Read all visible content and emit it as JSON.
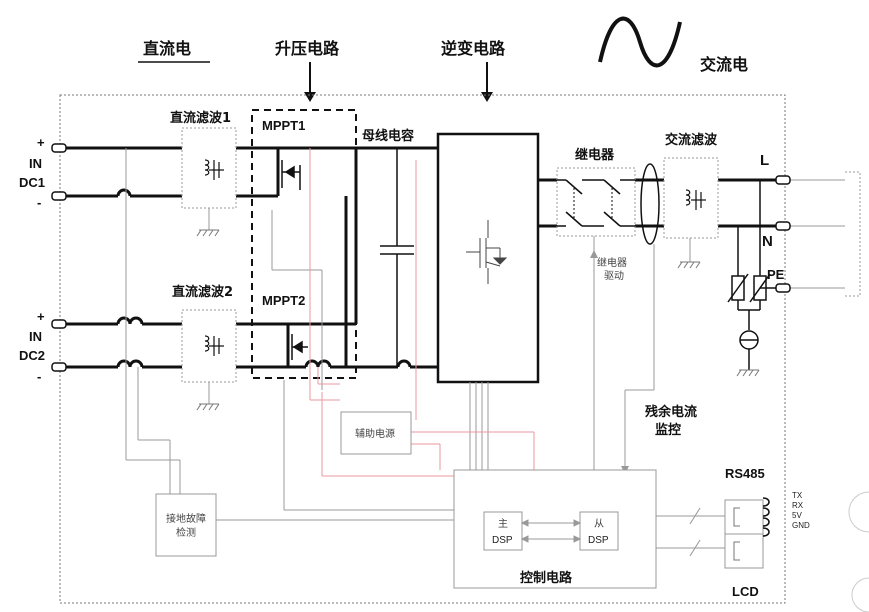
{
  "headers": {
    "dc": "直流电",
    "boost": "升压电路",
    "inverter": "逆变电路",
    "ac": "交流电"
  },
  "inputs": {
    "dc1": {
      "plus": "+",
      "in": "IN",
      "name": "DC1",
      "minus": "-"
    },
    "dc2": {
      "plus": "+",
      "in": "IN",
      "name": "DC2",
      "minus": "-"
    }
  },
  "blocks": {
    "dc_filter1": "直流滤波1",
    "dc_filter2": "直流滤波2",
    "mppt1": "MPPT1",
    "mppt2": "MPPT2",
    "bus_cap": "母线电容",
    "relay": "继电器",
    "relay_driver": "继电器\n驱动",
    "ac_filter": "交流滤波",
    "aux_power": "辅助电源",
    "ground_fault": "接地故障\n检测",
    "residual_current": "残余电流\n监控",
    "control": "控制电路",
    "master_dsp": "主\nDSP",
    "slave_dsp": "从\nDSP"
  },
  "outputs": {
    "l": "L",
    "n": "N",
    "pe": "PE"
  },
  "ports": {
    "rs485": "RS485",
    "rs485_pins": [
      "TX",
      "RX",
      "5V",
      "GND"
    ],
    "lcd": "LCD"
  }
}
